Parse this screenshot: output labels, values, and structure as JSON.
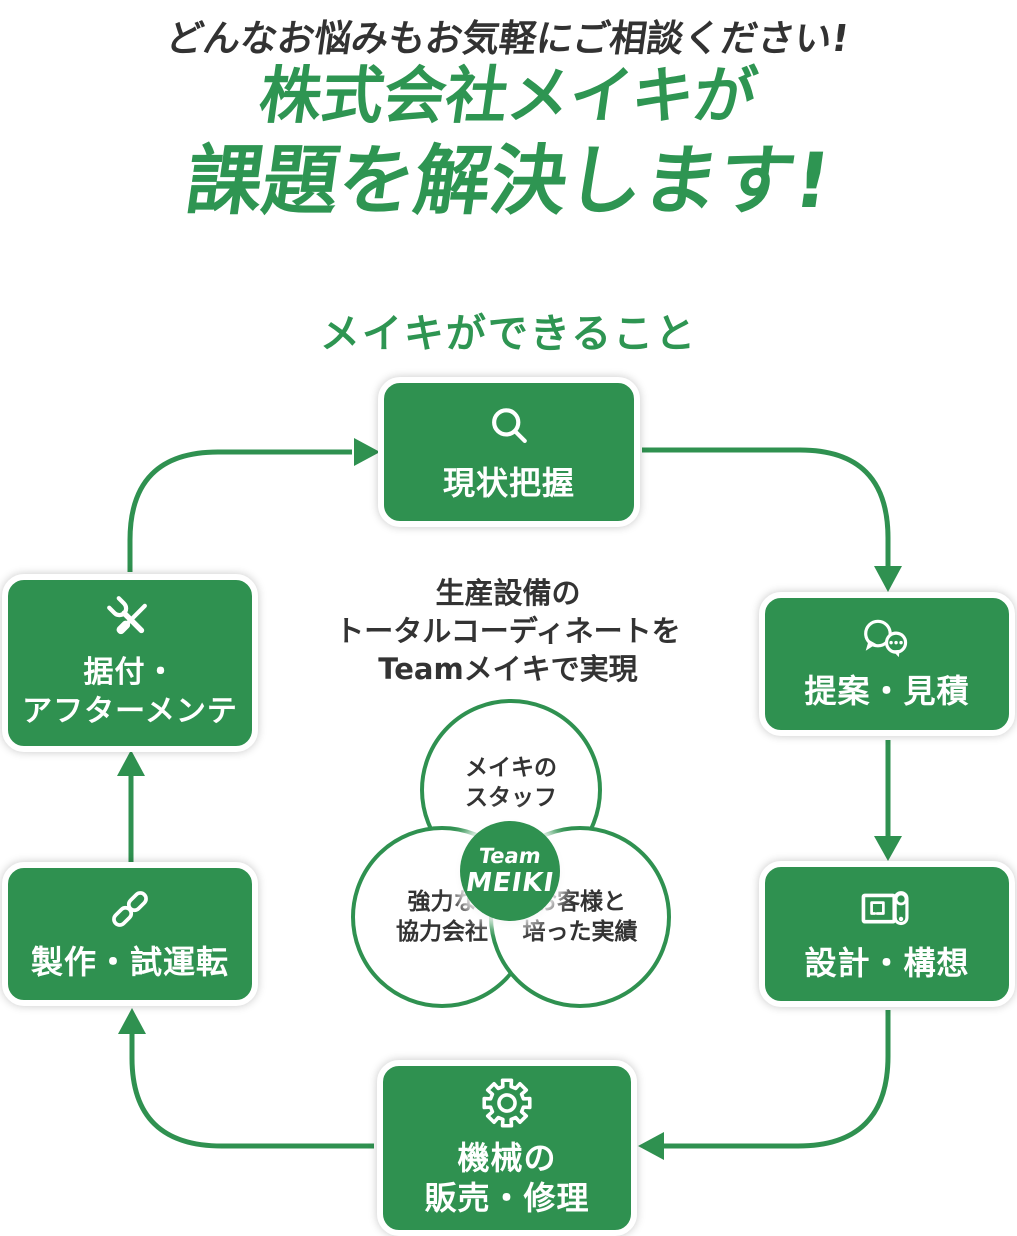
{
  "header": {
    "tagline": "どんなお悩みもお気軽にご相談ください!",
    "title_line1": "株式会社メイキが",
    "title_line2": "課題を解決します!"
  },
  "section_heading": "メイキができること",
  "flow": {
    "steps": [
      {
        "name": "current-state",
        "icon": "search-icon",
        "lines": [
          "現状把握"
        ]
      },
      {
        "name": "proposal-estimate",
        "icon": "chat-icon",
        "lines": [
          "提案・見積"
        ]
      },
      {
        "name": "design-concept",
        "icon": "blueprint-icon",
        "lines": [
          "設計・構想"
        ]
      },
      {
        "name": "machine-sales-repair",
        "icon": "gear-icon",
        "lines": [
          "機械の",
          "販売・修理"
        ]
      },
      {
        "name": "production-trial-run",
        "icon": "chain-link-icon",
        "lines": [
          "製作・試運転"
        ]
      },
      {
        "name": "installation-after-maintenance",
        "icon": "tools-icon",
        "lines": [
          "据付・",
          "アフターメンテ"
        ]
      }
    ]
  },
  "center_message": {
    "line1": "生産設備の",
    "line2": "トータルコーディネートを",
    "line3": "Teamメイキで実現"
  },
  "venn": {
    "top": {
      "line1": "メイキの",
      "line2": "スタッフ"
    },
    "left": {
      "line1": "強力な",
      "line2": "協力会社"
    },
    "right": {
      "line1": "お客様と",
      "line2": "培った実績"
    },
    "badge": {
      "line1": "Team",
      "line2": "MEIKI"
    }
  },
  "colors": {
    "green_text": "#2e9552",
    "green_fill": "#2f9150",
    "dark_text": "#323232",
    "background": "#ffffff"
  }
}
